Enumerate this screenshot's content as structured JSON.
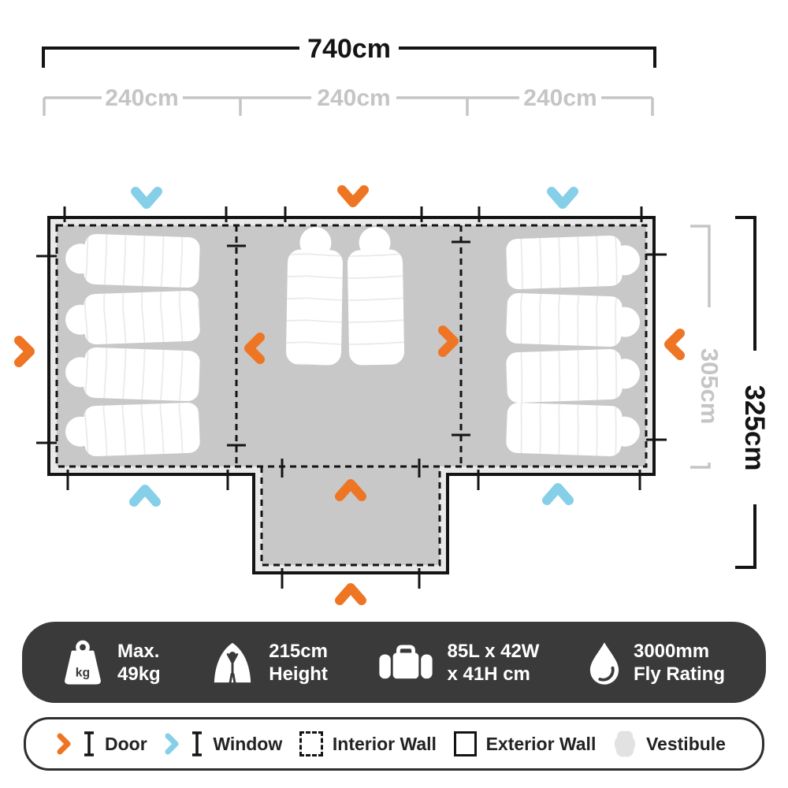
{
  "colors": {
    "door_accent": "#EE7524",
    "window_accent": "#85CFE9",
    "wall": "#141414",
    "room_fill": "#C8C8C8",
    "wall_band_fill": "#E9E9E9",
    "dim_muted": "#C5C5C5",
    "infobar_bg": "#3A3A3A"
  },
  "dimensions": {
    "total_width": "740cm",
    "sections": [
      "240cm",
      "240cm",
      "240cm"
    ],
    "inner_depth": "305cm",
    "total_depth": "325cm"
  },
  "floorplan": {
    "rooms": [
      {
        "name": "left bedroom",
        "sleeping_bags": 4
      },
      {
        "name": "living area",
        "sleeping_bags": 2
      },
      {
        "name": "right bedroom",
        "sleeping_bags": 4
      }
    ],
    "vestibules": 1,
    "door_count": 7,
    "window_count": 4
  },
  "specs": {
    "items": [
      {
        "icon": "weight-icon",
        "badge": "kg",
        "line1": "Max.",
        "line2": "49kg"
      },
      {
        "icon": "tent-height-icon",
        "line1": "215cm",
        "line2": "Height"
      },
      {
        "icon": "duffel-bag-icon",
        "line1": "85L x 42W",
        "line2": "x 41H cm"
      },
      {
        "icon": "water-drop-icon",
        "line1": "3000mm",
        "line2": "Fly Rating"
      }
    ]
  },
  "legend": {
    "items": [
      {
        "icon": "door-icon",
        "label": "Door"
      },
      {
        "icon": "window-icon",
        "label": "Window"
      },
      {
        "icon": "interior-wall-icon",
        "label": "Interior Wall"
      },
      {
        "icon": "exterior-wall-icon",
        "label": "Exterior Wall"
      },
      {
        "icon": "vestibule-icon",
        "label": "Vestibule"
      }
    ]
  }
}
